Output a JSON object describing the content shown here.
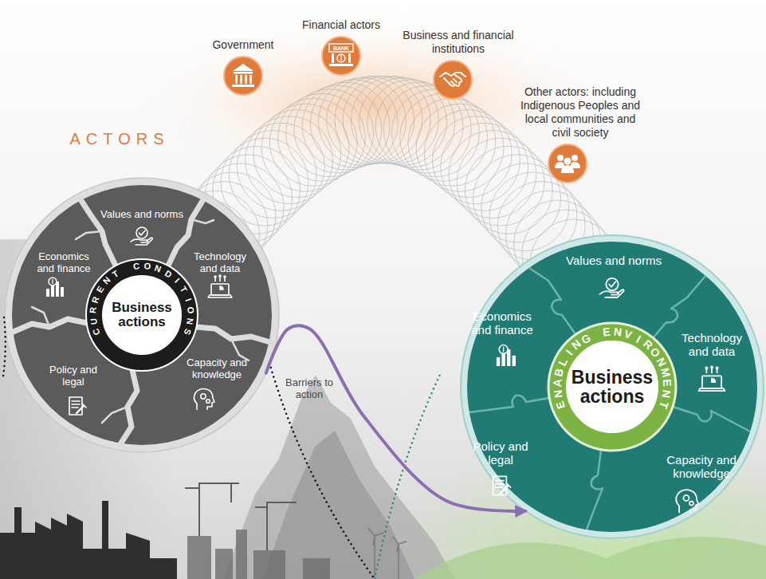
{
  "diagram": {
    "nodes": [
      {
        "text": [
          "Government"
        ]
      },
      {
        "text": [
          "Financial actors"
        ]
      },
      {
        "text": [
          "Business and financial institutions"
        ]
      },
      {
        "text": [
          "Other actors: including Indigenous Peoples and local communities and civil society"
        ]
      },
      {
        "text": [
          "CURRENT CONDITIONS"
        ]
      },
      {
        "text": [
          "Business actions"
        ],
        "in": 4
      },
      {
        "text": [
          "Values and norms"
        ],
        "in": 4
      },
      {
        "text": [
          "Economics and finance"
        ],
        "in": 4
      },
      {
        "text": [
          "Technology and data"
        ],
        "in": 4
      },
      {
        "text": [
          "Policy and legal"
        ],
        "in": 4
      },
      {
        "text": [
          "Capacity and knowledge"
        ],
        "in": 4
      },
      {
        "text": [
          "ENABLING ENVIRONMENT"
        ]
      },
      {
        "text": [
          "Business actions"
        ],
        "in": 11
      },
      {
        "text": [
          "Values and norms"
        ],
        "in": 11
      },
      {
        "text": [
          "Economics and finance"
        ],
        "in": 11
      },
      {
        "text": [
          "Technology and data"
        ],
        "in": 11
      },
      {
        "text": [
          "Policy and legal"
        ],
        "in": 11
      },
      {
        "text": [
          "Capacity and knowledge"
        ],
        "in": 11
      }
    ],
    "edges": [
      {
        "from": 4,
        "to": 11,
        "arrow": "to"
      }
    ],
    "labels": [
      "ACTORS",
      "Barriers to action",
      "BANK"
    ]
  }
}
